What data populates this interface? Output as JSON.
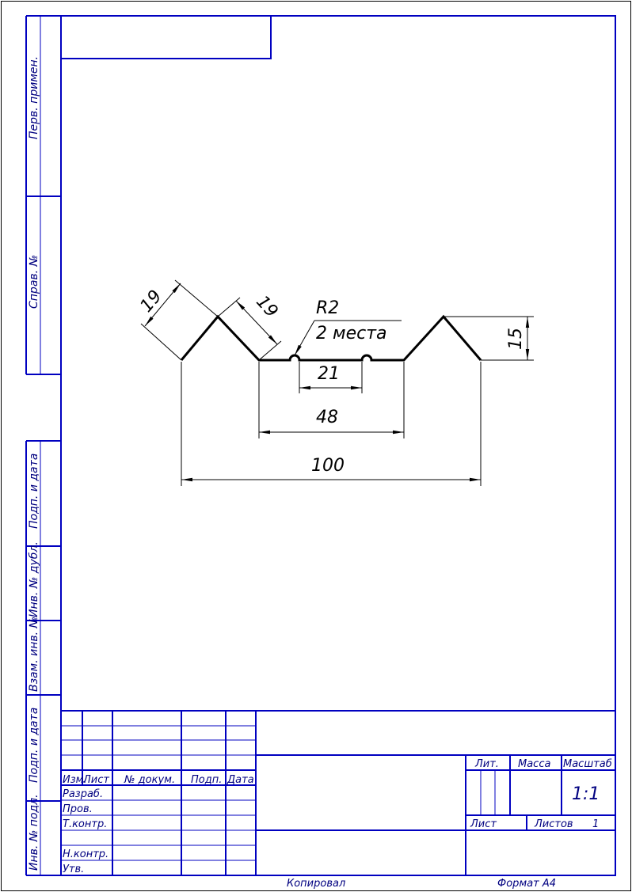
{
  "side_strip": {
    "labels": [
      "Перв. примен.",
      "Справ. №",
      "Подп. и дата",
      "Инв. № дубл.",
      "Взам. инв. №",
      "Подп. и дата",
      "Инв. № подл."
    ]
  },
  "drawing": {
    "dimensions": {
      "slant_left": "19",
      "slant_right": "19",
      "radius": "R2",
      "radius_note": "2 места",
      "height": "15",
      "groove_spacing": "21",
      "bottom_width": "48",
      "overall_width": "100"
    }
  },
  "title_block": {
    "column_headers": [
      "Изм.",
      "Лист",
      "№ докум.",
      "Подп.",
      "Дата"
    ],
    "row_labels": [
      "Разраб.",
      "Пров.",
      "Т.контр.",
      "",
      "Н.контр.",
      "Утв."
    ],
    "lit_label": "Лит.",
    "mass_label": "Масса",
    "scale_label": "Масштаб",
    "scale_value": "1:1",
    "sheet_label": "Лист",
    "sheets_label": "Листов",
    "sheets_value": "1"
  },
  "footer": {
    "copied": "Копировал",
    "format": "Формат  А4"
  }
}
